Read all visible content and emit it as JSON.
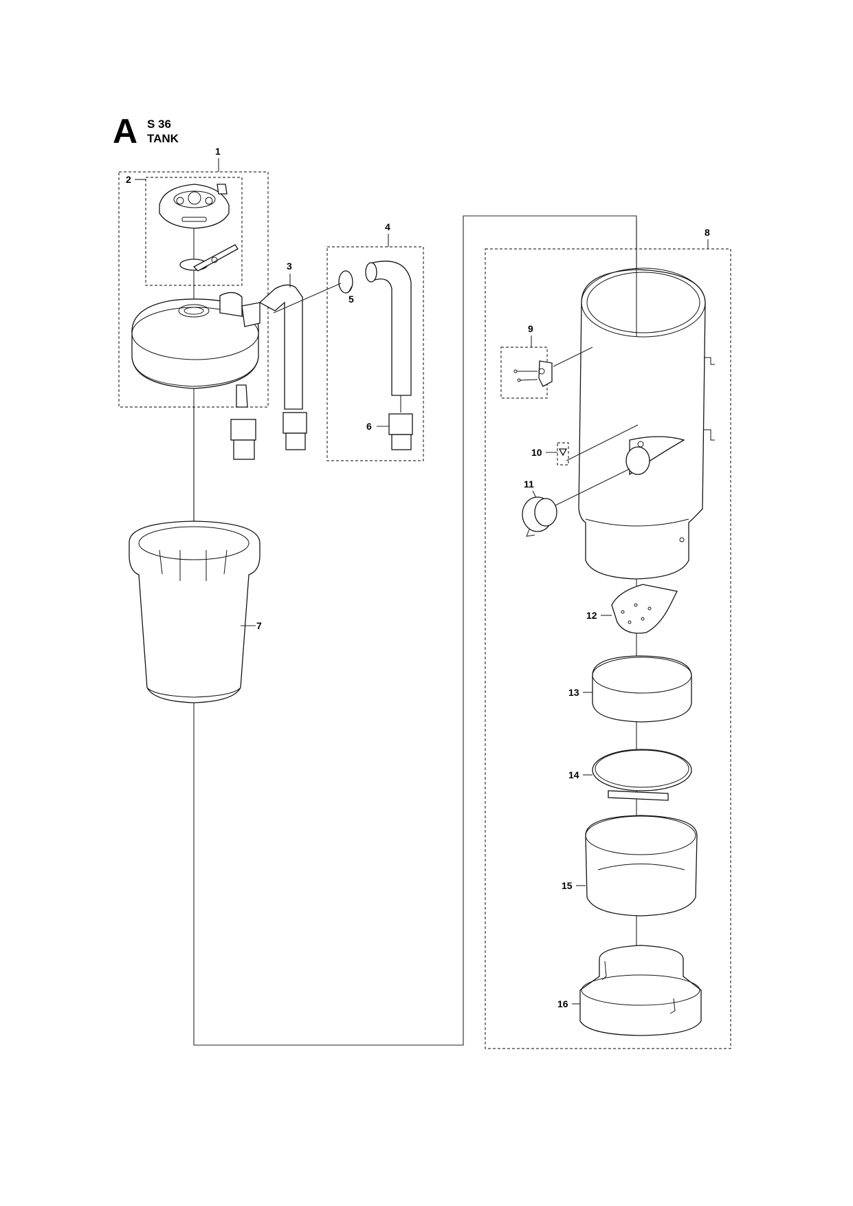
{
  "header": {
    "letter": "A",
    "model": "S 36",
    "name": "TANK"
  },
  "callouts": [
    "1",
    "2",
    "3",
    "4",
    "5",
    "6",
    "7",
    "8",
    "9",
    "10",
    "11",
    "12",
    "13",
    "14",
    "15",
    "16"
  ]
}
